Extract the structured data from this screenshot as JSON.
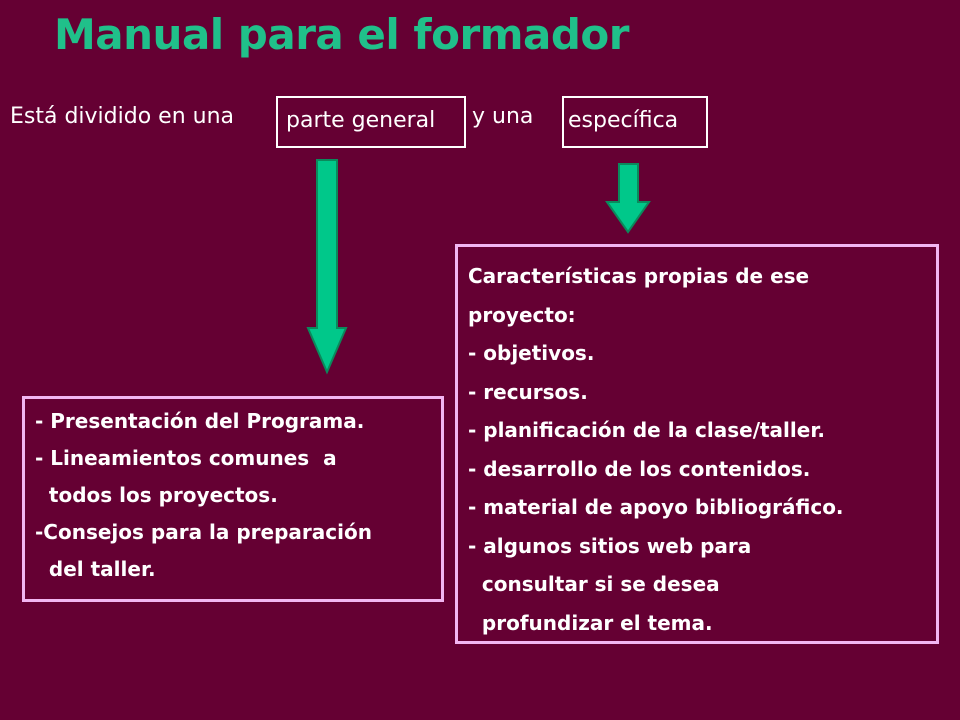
{
  "title": "Manual para el formador",
  "intro": {
    "prefix": "Está dividido en una",
    "part_general": "parte general",
    "connector": "y una",
    "part_specific": "específica"
  },
  "general_box": {
    "lines": [
      "- Presentación del Programa.",
      "- Lineamientos comunes  a",
      "  todos los proyectos.",
      "-Consejos para la preparación",
      "  del taller."
    ]
  },
  "specific_box": {
    "lines": [
      "Características propias de ese",
      "proyecto:",
      "- objetivos.",
      "- recursos.",
      "- planificación de la clase/taller.",
      "- desarrollo de los contenidos.",
      "- material de apoyo bibliográfico.",
      "- algunos sitios web para",
      "  consultar si se desea",
      "  profundizar el tema."
    ]
  },
  "colors": {
    "background": "#650033",
    "title": "#20c08a",
    "arrow_fill": "#00c88a",
    "arrow_stroke": "#0a8a5c",
    "box_border": "#f2b6f2",
    "text": "#ffffff"
  }
}
